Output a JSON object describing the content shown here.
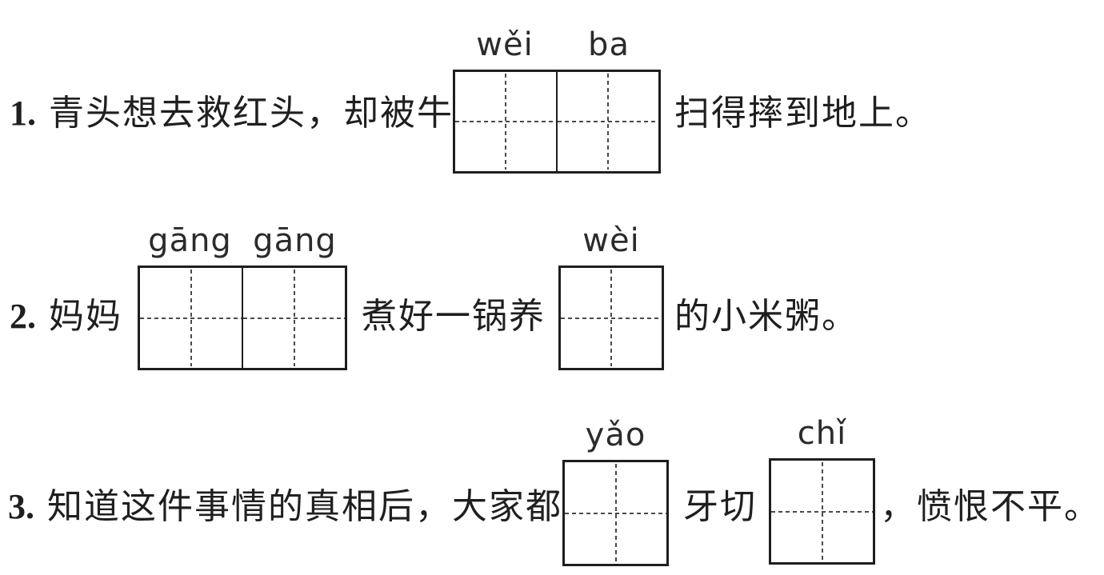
{
  "colors": {
    "background": "#ffffff",
    "ink": "#1f1f1f",
    "box_border": "#1e1e1e",
    "dash_line": "#4a4a4a"
  },
  "questions": {
    "q1": {
      "number": "1.",
      "text_before": "青头想去救红头，却被牛",
      "text_after": "扫得摔到地上。",
      "blank": {
        "pinyin": {
          "s1": "wěi",
          "s2": "ba"
        }
      }
    },
    "q2": {
      "number": "2.",
      "text_before": "妈妈",
      "text_middle": "煮好一锅养",
      "text_after": "的小米粥。",
      "blank1": {
        "pinyin": {
          "s1": "gāng",
          "s2": "gāng"
        }
      },
      "blank2": {
        "pinyin": {
          "s1": "wèi"
        }
      }
    },
    "q3": {
      "number": "3.",
      "text_before": "知道这件事情的真相后，大家都",
      "text_middle": "牙切",
      "text_after": "，愤恨不平。",
      "blank1": {
        "pinyin": {
          "s1": "yǎo"
        }
      },
      "blank2": {
        "pinyin": {
          "s1": "chǐ"
        }
      }
    }
  }
}
